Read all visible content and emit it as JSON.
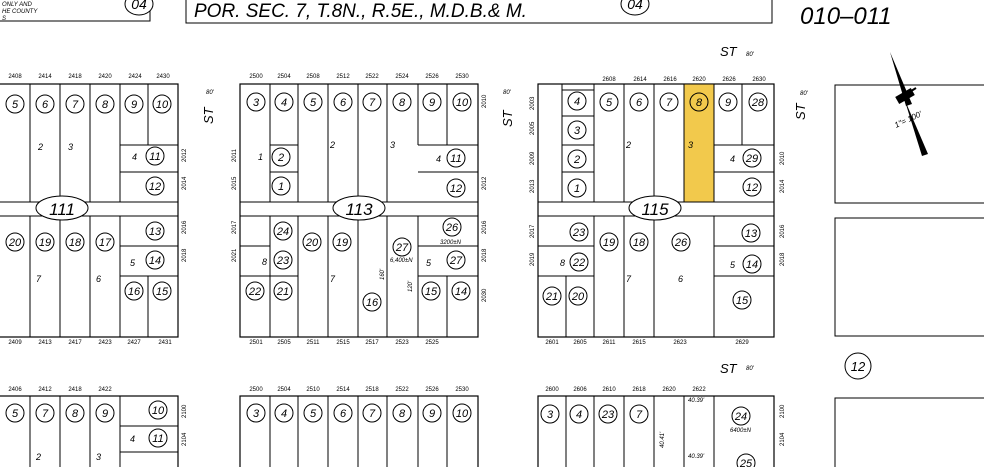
{
  "header": {
    "note_lines": [
      "ONLY AND",
      "HE COUNTY",
      "S"
    ],
    "book_left": "04",
    "legal_description": "POR. SEC. 7, T.8N., R.5E., M.D.B.& M.",
    "book_right": "04",
    "map_number": "010–011",
    "scale_label": "1\"= 100'",
    "page_circle": "12"
  },
  "streets": {
    "st": "ST",
    "width_80": "80'"
  },
  "blocks": [
    {
      "id": "111",
      "top_addresses": [
        "2408",
        "2414",
        "2418",
        "2420",
        "2424",
        "2430"
      ],
      "top_lots": [
        "5",
        "6",
        "7",
        "8",
        "9",
        "10"
      ],
      "upper_right_lots": [
        "11",
        "12"
      ],
      "upper_small": [
        "2",
        "3",
        "4"
      ],
      "side_addresses_upper": [
        "2012",
        "2014"
      ],
      "bottom_lots": [
        "20",
        "19",
        "18",
        "17"
      ],
      "bottom_right_lots": [
        "13",
        "14",
        "15",
        "16"
      ],
      "bottom_small": [
        "7",
        "6",
        "5"
      ],
      "side_addresses_lower": [
        "2016",
        "2018"
      ],
      "bottom_addresses": [
        "2409",
        "2413",
        "2417",
        "2423",
        "2427",
        "2431"
      ]
    },
    {
      "id": "113",
      "top_addresses": [
        "2500",
        "2504",
        "2508",
        "2512",
        "2522",
        "2524",
        "2526",
        "2530"
      ],
      "top_lots": [
        "3",
        "4",
        "5",
        "6",
        "7",
        "8",
        "9",
        "10"
      ],
      "upper_right_lots": [
        "11",
        "12"
      ],
      "upper_left_lots": [
        "2",
        "1"
      ],
      "upper_small": [
        "1",
        "2",
        "3",
        "4"
      ],
      "side_addresses_left": [
        "2011",
        "2015",
        "2017",
        "2021"
      ],
      "side_addresses_right": [
        "2010",
        "2012",
        "2016",
        "2018",
        "2030"
      ],
      "bottom_lots": [
        "24",
        "23",
        "22",
        "21",
        "20",
        "19",
        "18",
        "17",
        "16",
        "15",
        "14",
        "27",
        "26"
      ],
      "bottom_small": [
        "8",
        "7",
        "5"
      ],
      "note_3200": "3200±N",
      "note_6400": "6,400±N",
      "dim_160": "160'",
      "dim_120": "120'",
      "bottom_addresses": [
        "2501",
        "2505",
        "2511",
        "2515",
        "2517",
        "2523",
        "2525"
      ]
    },
    {
      "id": "115",
      "top_addresses": [
        "2608",
        "2614",
        "2616",
        "2620",
        "2626",
        "2630"
      ],
      "top_lots": [
        "5",
        "6",
        "7",
        "8",
        "9",
        "28",
        "4",
        "3",
        "2",
        "1"
      ],
      "upper_right_lots": [
        "29",
        "12"
      ],
      "upper_small": [
        "2",
        "3",
        "4"
      ],
      "side_addresses_left": [
        "2003",
        "2005",
        "2009",
        "2013",
        "2017",
        "2019"
      ],
      "side_addresses_right": [
        "2010",
        "2014",
        "2016",
        "2018"
      ],
      "bottom_lots": [
        "23",
        "22",
        "21",
        "20",
        "19",
        "18",
        "26",
        "13",
        "14",
        "15"
      ],
      "bottom_small": [
        "8",
        "7",
        "6",
        "5"
      ],
      "bottom_addresses": [
        "2601",
        "2605",
        "2611",
        "2615",
        "2623",
        "2629"
      ]
    }
  ],
  "lower_blocks": [
    {
      "top_addresses": [
        "2406",
        "2412",
        "2418",
        "2422"
      ],
      "lots": [
        "5",
        "7",
        "8",
        "9",
        "10",
        "11"
      ],
      "small": [
        "2",
        "3",
        "4"
      ],
      "side_addresses": [
        "2100",
        "2104"
      ]
    },
    {
      "top_addresses": [
        "2500",
        "2504",
        "2510",
        "2514",
        "2518",
        "2522",
        "2526",
        "2530"
      ],
      "lots": [
        "3",
        "4",
        "5",
        "6",
        "7",
        "8",
        "9",
        "10"
      ]
    },
    {
      "top_addresses": [
        "2600",
        "2606",
        "2610",
        "2618",
        "2620",
        "2622"
      ],
      "lots": [
        "3",
        "4",
        "23",
        "7",
        "24",
        "25"
      ],
      "notes": [
        "40.39'",
        "40.41'",
        "40.39'",
        "6400±N"
      ],
      "side_addresses": [
        "2100",
        "2104"
      ]
    }
  ],
  "colors": {
    "highlight": "#F2C94C",
    "line": "#000000"
  }
}
